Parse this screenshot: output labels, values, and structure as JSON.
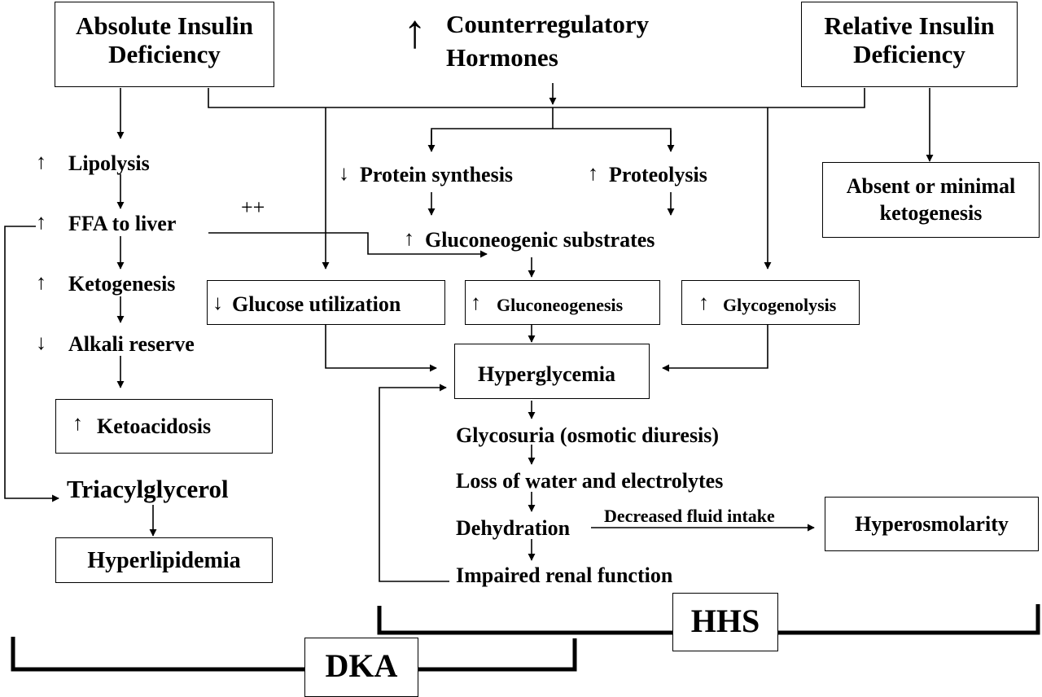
{
  "title_absolute": [
    "Absolute Insulin",
    "Deficiency"
  ],
  "title_counter": [
    "Counterregulatory",
    "Hormones"
  ],
  "title_relative": [
    "Relative Insulin",
    "Deficiency"
  ],
  "left_chain": {
    "lipolysis": "Lipolysis",
    "ffa": "FFA to liver",
    "plusplus": "++",
    "ketogenesis": "Ketogenesis",
    "alkali": "Alkali reserve",
    "ketoacidosis": "Ketoacidosis",
    "triacylglycerol": "Triacylglycerol",
    "hyperlipidemia": "Hyperlipidemia"
  },
  "middle": {
    "protein_synthesis": "Protein synthesis",
    "proteolysis": "Proteolysis",
    "gluconeogenic_substrates": "Gluconeogenic substrates",
    "glucose_utilization": "Glucose utilization",
    "gluconeogenesis": "Gluconeogenesis",
    "glycogenolysis": "Glycogenolysis",
    "hyperglycemia": "Hyperglycemia",
    "glycosuria": "Glycosuria (osmotic diuresis)",
    "loss_water": "Loss of water and electrolytes",
    "dehydration": "Dehydration",
    "decreased_fluid": "Decreased fluid intake",
    "hyperosmolarity": "Hyperosmolarity",
    "impaired_renal": "Impaired renal function"
  },
  "right": {
    "absent_ketogenesis": [
      "Absent or minimal",
      "ketogenesis"
    ]
  },
  "brackets": {
    "hhs": "HHS",
    "dka": "DKA"
  },
  "icons": {
    "up": "↑",
    "down": "↓"
  }
}
